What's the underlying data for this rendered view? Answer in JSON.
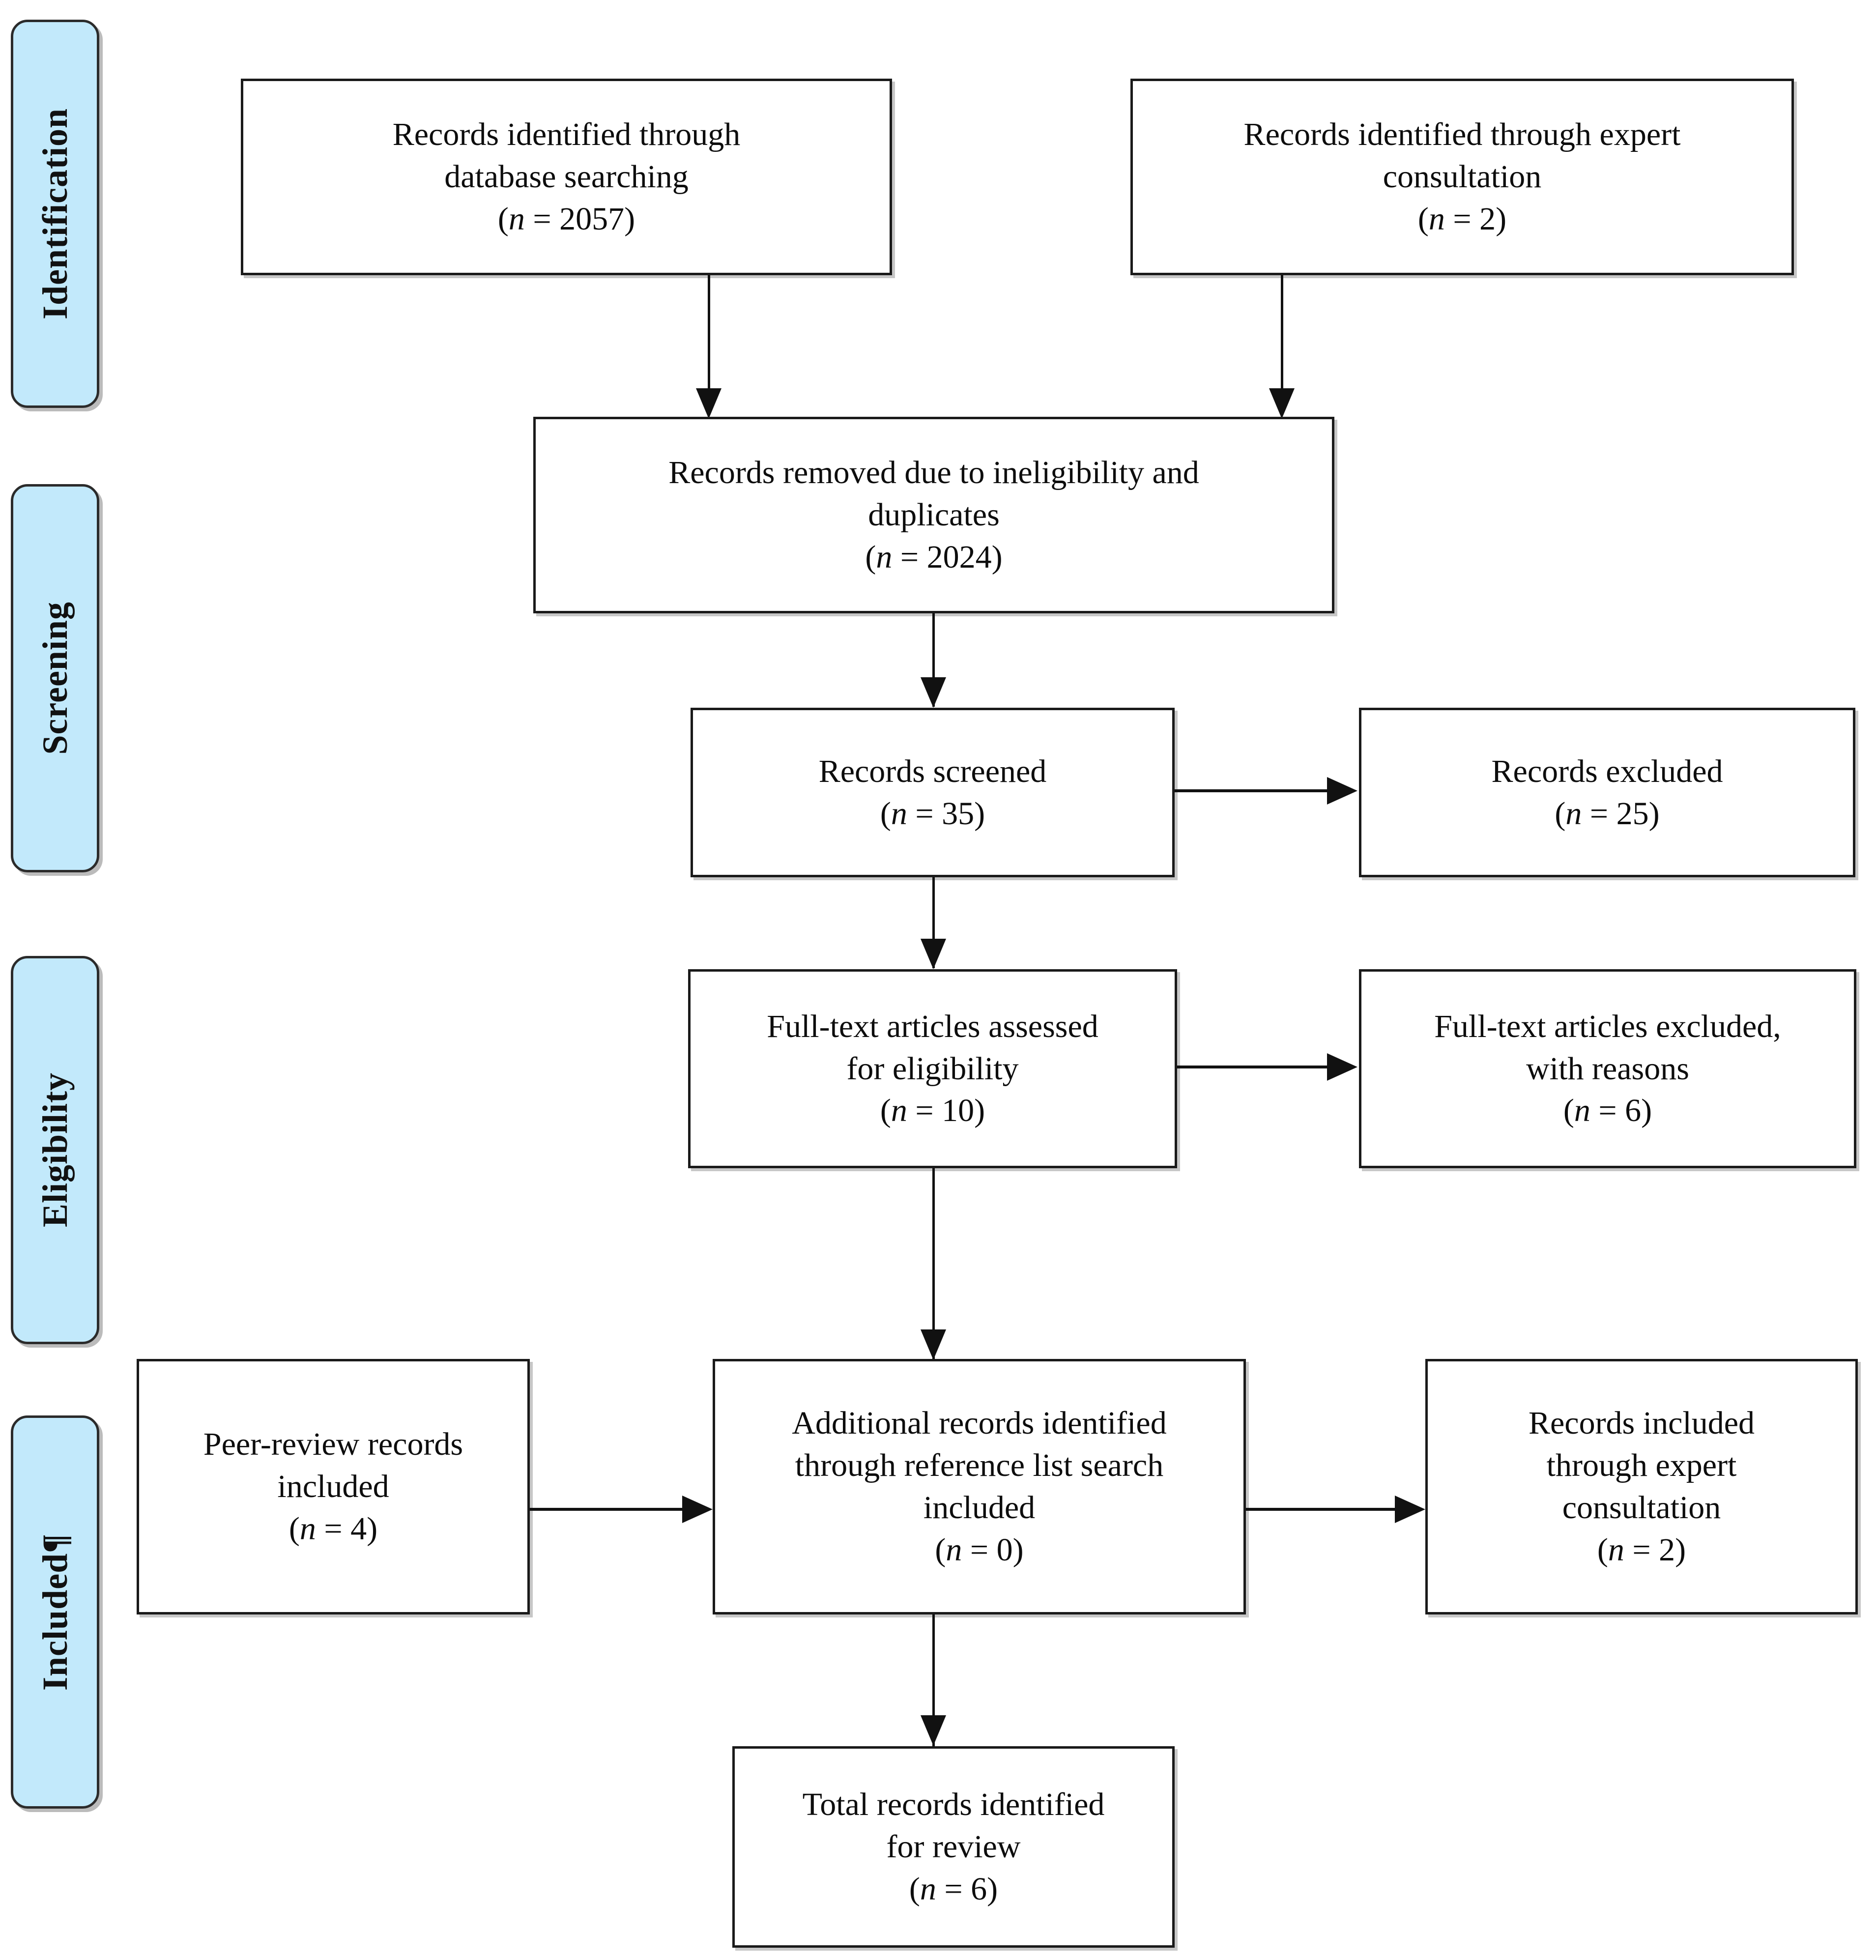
{
  "diagram": {
    "title": "PRISMA flow diagram",
    "type": "prisma-flow-diagram",
    "colors": {
      "stage_fill": "#c2e9fb",
      "stage_border": "#2b2b2b",
      "node_border": "#1a1a1a",
      "node_fill": "#ffffff",
      "connector": "#111111",
      "text": "#0d0d0d"
    }
  },
  "stages": [
    {
      "id": "identification",
      "label": "Identification"
    },
    {
      "id": "screening",
      "label": "Screening"
    },
    {
      "id": "eligibility",
      "label": "Eligibility"
    },
    {
      "id": "included",
      "label": "Included¶"
    }
  ],
  "nodes": {
    "db_search": {
      "lines": [
        "Records identified through",
        "database searching"
      ],
      "count": "2057",
      "count_prefix": "(",
      "count_var": "n",
      "count_eq": " = ",
      "count_suffix": ")"
    },
    "expert_identified": {
      "lines": [
        "Records identified through expert",
        "consultation"
      ],
      "count": "2"
    },
    "removed": {
      "lines": [
        "Records removed due to ineligibility and",
        "duplicates"
      ],
      "count": "2024"
    },
    "screened": {
      "lines": [
        "Records screened"
      ],
      "count": "35"
    },
    "records_excluded": {
      "lines": [
        "Records excluded"
      ],
      "count": "25"
    },
    "fulltext_assessed": {
      "lines": [
        "Full-text articles assessed",
        "for eligibility"
      ],
      "count": "10"
    },
    "fulltext_excluded": {
      "lines": [
        "Full-text articles excluded,",
        "with reasons"
      ],
      "count": "6"
    },
    "peer_review": {
      "lines": [
        "Peer-review records",
        "included"
      ],
      "count": "4"
    },
    "additional_refs": {
      "lines": [
        "Additional records identified",
        "through reference list search",
        "included"
      ],
      "count": "0"
    },
    "expert_included": {
      "lines": [
        "Records included",
        "through expert",
        "consultation"
      ],
      "count": "2"
    },
    "total_review": {
      "lines": [
        "Total records identified",
        "for review"
      ],
      "count": "6"
    }
  },
  "connectors": [
    {
      "id": "db-to-removed",
      "from": "db_search",
      "to": "removed",
      "kind": "arrow-down"
    },
    {
      "id": "expert-to-removed",
      "from": "expert_identified",
      "to": "removed",
      "kind": "arrow-down"
    },
    {
      "id": "removed-to-screened",
      "from": "removed",
      "to": "screened",
      "kind": "arrow-down"
    },
    {
      "id": "screened-to-excluded",
      "from": "screened",
      "to": "records_excluded",
      "kind": "arrow-right"
    },
    {
      "id": "screened-to-fulltext",
      "from": "screened",
      "to": "fulltext_assessed",
      "kind": "arrow-down"
    },
    {
      "id": "fulltext-to-excluded",
      "from": "fulltext_assessed",
      "to": "fulltext_excluded",
      "kind": "arrow-right"
    },
    {
      "id": "fulltext-to-additional",
      "from": "fulltext_assessed",
      "to": "additional_refs",
      "kind": "arrow-down"
    },
    {
      "id": "peer-to-additional",
      "from": "peer_review",
      "to": "additional_refs",
      "kind": "arrow-right"
    },
    {
      "id": "additional-to-expert",
      "from": "additional_refs",
      "to": "expert_included",
      "kind": "arrow-right"
    },
    {
      "id": "additional-to-total",
      "from": "additional_refs",
      "to": "total_review",
      "kind": "arrow-down"
    }
  ]
}
